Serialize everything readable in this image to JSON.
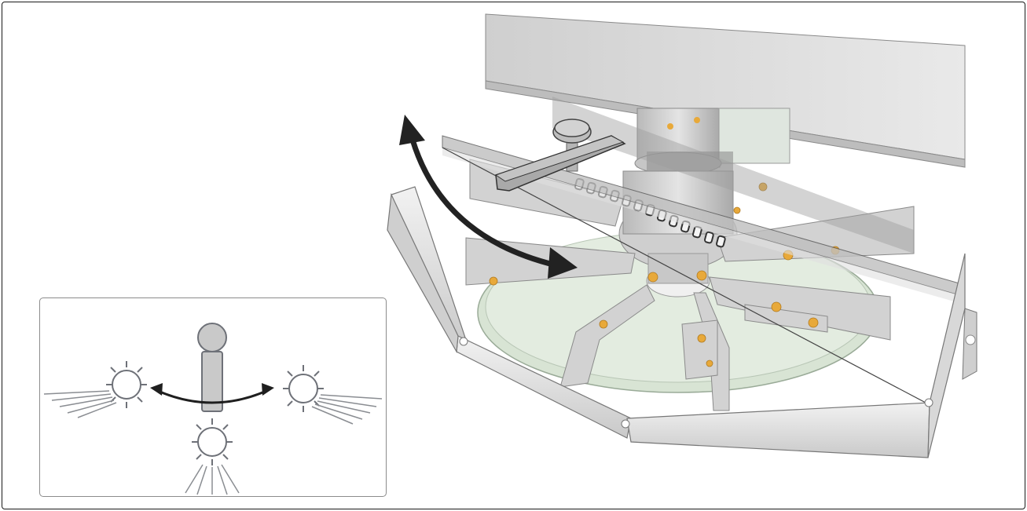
{
  "figure": {
    "kind": "illustration",
    "main_view": "spreader-disc-with-adjustment-lever",
    "inset_view": "lever-positions-spread-patterns",
    "colors": {
      "frame": "#1a1a1a",
      "metal": "#d6d6d6",
      "metal_dark": "#9a9a9a",
      "disc": "#dfe8dc",
      "bolt": "#e8a93a",
      "arrow": "#222222",
      "inset_outline": "#6e7178"
    }
  }
}
